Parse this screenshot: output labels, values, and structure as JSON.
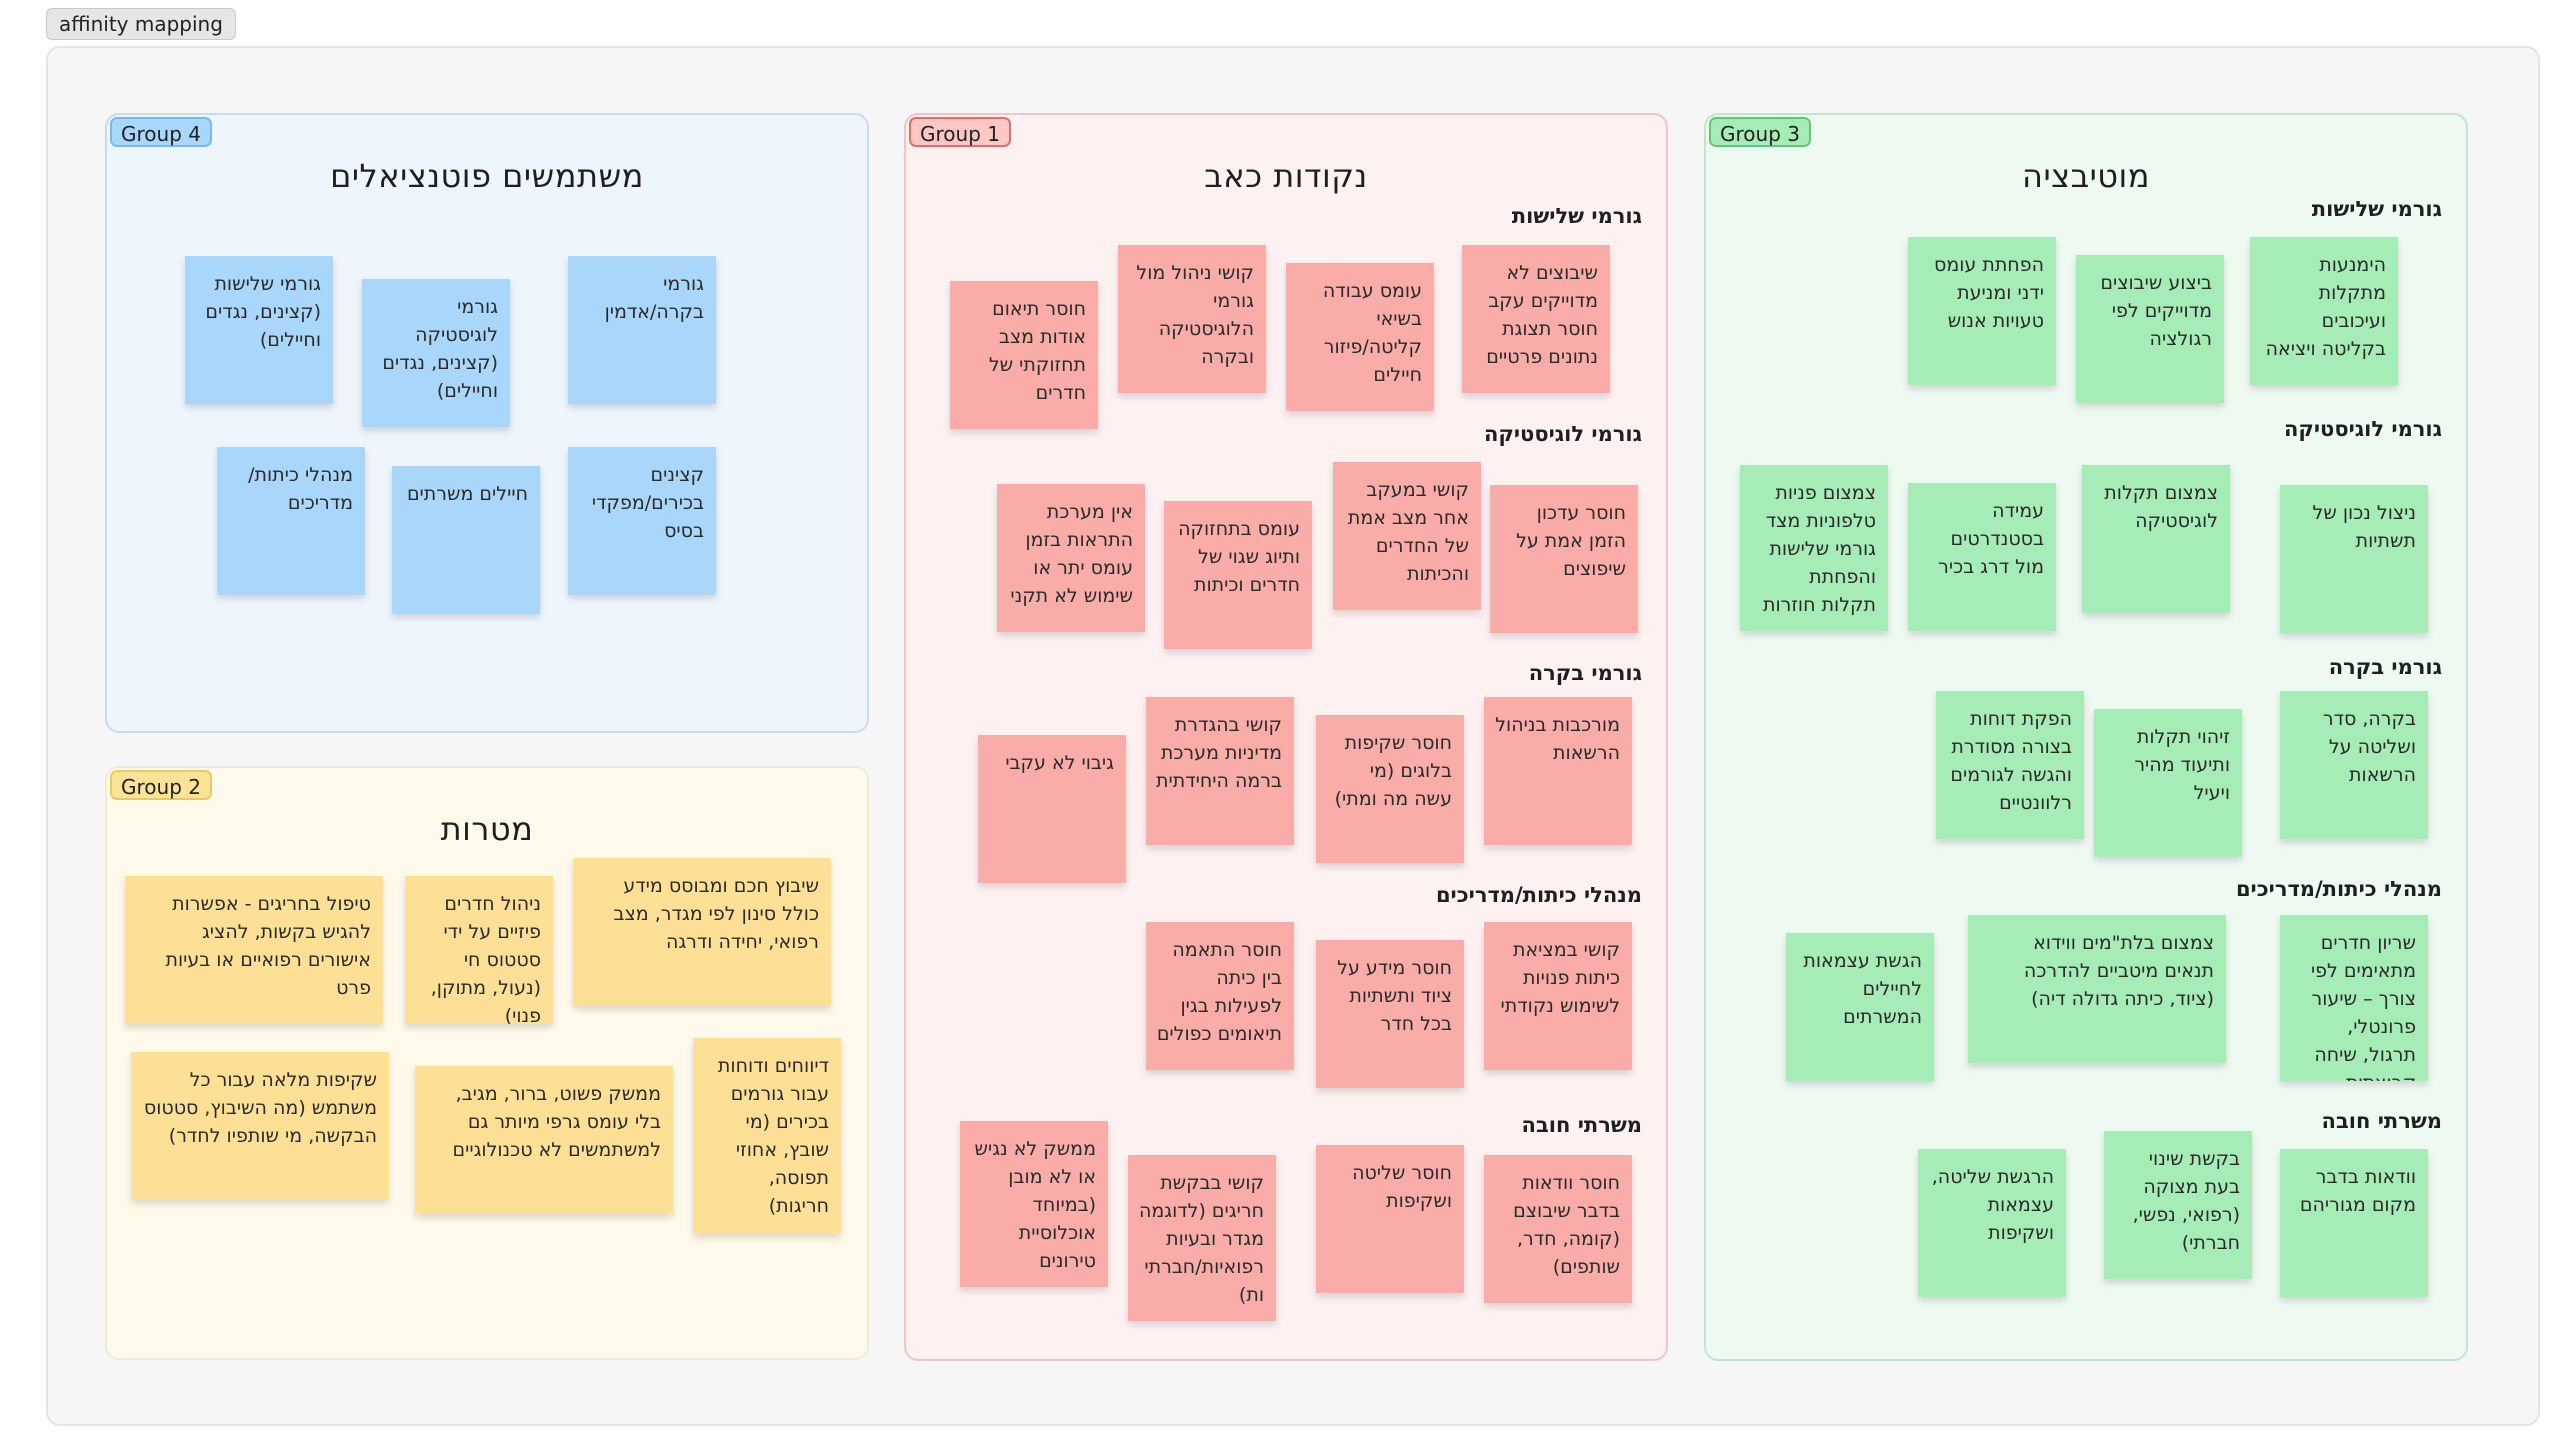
{
  "board": {
    "title": "affinity mapping"
  },
  "groups": {
    "g4": {
      "tag": "Group 4",
      "title": "משתמשים פוטנציאלים",
      "notes": [
        "גורמי שלישות (קצינים, נגדים וחיילים)",
        "גורמי לוגיסטיקה (קצינים, נגדים וחיילים)",
        "גורמי בקרה/אדמין",
        "מנהלי כיתות/ מדריכים",
        "חיילים משרתים",
        "קצינים בכירים/מפקדי בסיס"
      ]
    },
    "g1": {
      "tag": "Group 1",
      "title": "נקודות כאב",
      "sections": [
        {
          "title": "גורמי שלישות",
          "notes": [
            "שיבוצים לא מדוייקים עקב חוסר תצוגת נתונים פרטיים",
            "עומס עבודה בשיאי קליטה/פיזור חיילים",
            "קושי ניהול מול גורמי הלוגיסטיקה ובקרה",
            "חוסר תיאום אודות מצב תחזוקתי של חדרים"
          ]
        },
        {
          "title": "גורמי לוגיסטיקה",
          "notes": [
            "חוסר עדכון הזמן אמת על שיפוצים",
            "קושי במעקב אחר מצב אמת של החדרים והכיתות",
            "עומס בתחזוקה ותיוג שגוי של חדרים וכיתות",
            "אין מערכת התראות בזמן עומס יתר או שימוש לא תקני"
          ]
        },
        {
          "title": "גורמי בקרה",
          "notes": [
            "מורכבות בניהול הרשאות",
            "חוסר שקיפות בלוגים (מי עשה מה ומתי)",
            "קושי בהגדרת מדיניות מערכת ברמה היחידתית",
            "גיבוי לא עקבי"
          ]
        },
        {
          "title": "מנהלי כיתות/מדריכים",
          "notes": [
            "קושי במציאת כיתות פנויות לשימוש נקודתי",
            "חוסר מידע על ציוד ותשתיות בכל חדר",
            "חוסר התאמה בין כיתה לפעילות בגין תיאומים כפולים"
          ]
        },
        {
          "title": "משרתי חובה",
          "notes": [
            "חוסר וודאות בדבר שיבוצם (קומה, חדר, שותפים)",
            "חוסר שליטה ושקיפות",
            "קושי בבקשת חריגים (לדוגמה מגדר ובעיות רפואיות/חברתי ות)",
            "ממשק לא נגיש או לא מובן (במיוחד אוכלוסיית טירונים"
          ]
        }
      ]
    },
    "g3": {
      "tag": "Group 3",
      "title": "מוטיבציה",
      "sections": [
        {
          "title": "גורמי שלישות",
          "notes": [
            "הימנעות מתקלות ועיכובים בקליטה ויציאה",
            "ביצוע שיבוצים מדוייקים לפי רגולציה",
            "הפחתת עומס ידני ומניעת טעויות אנוש"
          ]
        },
        {
          "title": "גורמי לוגיסטיקה",
          "notes": [
            "ניצול נכון של תשתיות",
            "צמצום תקלות לוגיסטיקה",
            "עמידה בסטנדרטים מול דרג בכיר",
            "צמצום פניות טלפוניות מצד גורמי שלישות והפחתת תקלות חוזרות"
          ]
        },
        {
          "title": "גורמי בקרה",
          "notes": [
            "בקרה, סדר ושליטה על הרשאות",
            "זיהוי תקלות ותיעוד מהיר ויעיל",
            "הפקת דוחות בצורה מסודרת והגשה לגורמים רלוונטיים"
          ]
        },
        {
          "title": "מנהלי כיתות/מדריכים",
          "notes": [
            "שריון חדרים מתאימים לפי צורך – שיעור פרונטלי, תרגול, שיחה קבוצתית",
            "צמצום בלת\"מים ווידוא תנאים מיטביים להדרכה (ציוד, כיתה גדולה דיה)",
            "הגשת עצמאות לחיילים המשרתים"
          ]
        },
        {
          "title": "משרתי חובה",
          "notes": [
            "וודאות בדבר מקום מגוריהם",
            "בקשת שינוי בעת מצוקה (רפואי, נפשי, חברתי)",
            "הרגשת שליטה, עצמאות ושקיפות"
          ]
        }
      ]
    },
    "g2": {
      "tag": "Group 2",
      "title": "מטרות",
      "notes": [
        "שיבוץ חכם ומבוסס מידע כולל סינון לפי מגדר, מצב רפואי, יחידה ודרגה",
        "ניהול חדרים פיזיים על ידי סטטוס חי (נעול, מתוקן, פנוי)",
        "טיפול בחריגים - אפשרות להגיש בקשות, להציג אישורים רפואיים או בעיות פרט",
        "דיווחים ודוחות עבור גורמים בכירים (מי שובץ, אחוזי תפוסה, חריגות)",
        "ממשק פשוט, ברור, מגיב, בלי עומס גרפי מיותר גם למשתמשים לא טכנולוגיים",
        "שקיפות מלאה עבור כל משתמש (מה השיבוץ, סטטוס הבקשה, מי שותפיו לחדר)"
      ]
    }
  },
  "colors": {
    "blue": "#a9d6fb",
    "red": "#f9aca8",
    "green": "#a6ecb6",
    "yellow": "#fde096"
  }
}
